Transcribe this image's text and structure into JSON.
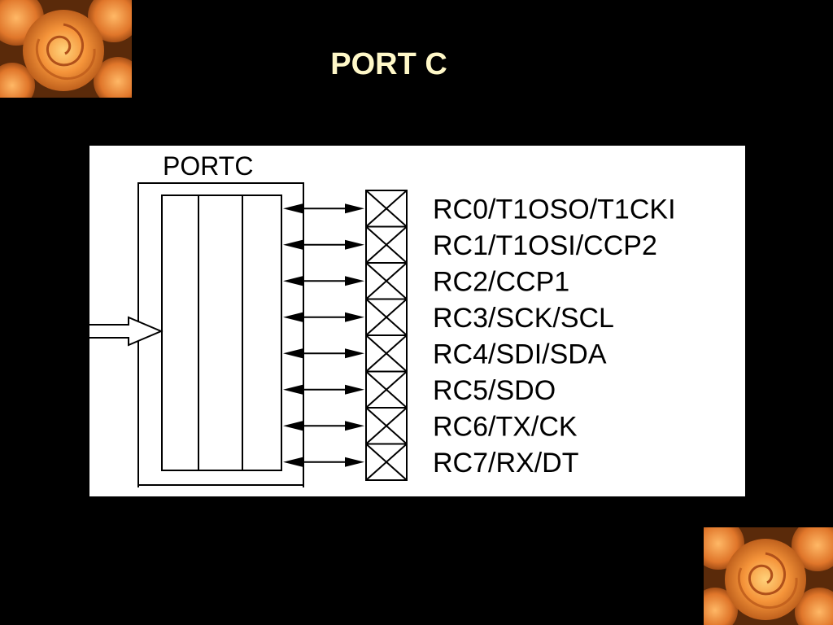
{
  "slide": {
    "title": "PORT C",
    "title_color": "#fff8c8",
    "background": "#000000"
  },
  "decorations": {
    "top_left": "orange-roses-image",
    "bottom_right": "orange-roses-image",
    "rose_color": "#f08a3a"
  },
  "diagram": {
    "port_label": "PORTC",
    "pins": [
      "RC0/T1OSO/T1CKI",
      "RC1/T1OSI/CCP2",
      "RC2/CCP1",
      "RC3/SCK/SCL",
      "RC4/SDI/SDA",
      "RC5/SDO",
      "RC6/TX/CK",
      "RC7/RX/DT"
    ]
  }
}
